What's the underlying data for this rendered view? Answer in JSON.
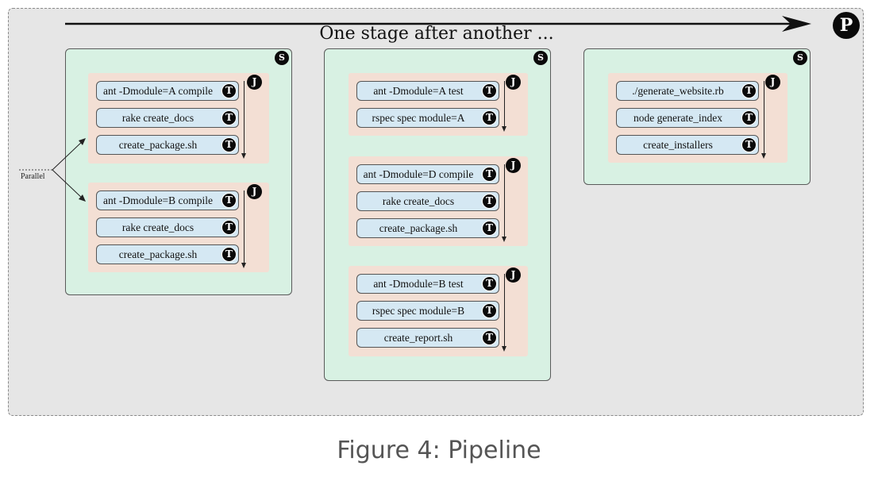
{
  "heading": "One stage after another ...",
  "caption": "Figure 4: Pipeline",
  "parallel_label": "Parallel",
  "badges": {
    "pipeline": "P",
    "stage": "S",
    "job": "J",
    "task": "T"
  },
  "stages": [
    {
      "jobs": [
        {
          "tasks": [
            "ant -Dmodule=A compile",
            "rake create_docs",
            "create_package.sh"
          ]
        },
        {
          "tasks": [
            "ant -Dmodule=B compile",
            "rake create_docs",
            "create_package.sh"
          ]
        }
      ]
    },
    {
      "jobs": [
        {
          "tasks": [
            "ant -Dmodule=A test",
            "rspec spec module=A"
          ]
        },
        {
          "tasks": [
            "ant -Dmodule=D compile",
            "rake create_docs",
            "create_package.sh"
          ]
        },
        {
          "tasks": [
            "ant -Dmodule=B test",
            "rspec spec module=B",
            "create_report.sh"
          ]
        }
      ]
    },
    {
      "jobs": [
        {
          "tasks": [
            "./generate_website.rb",
            "node generate_index",
            "create_installers"
          ]
        }
      ]
    }
  ]
}
